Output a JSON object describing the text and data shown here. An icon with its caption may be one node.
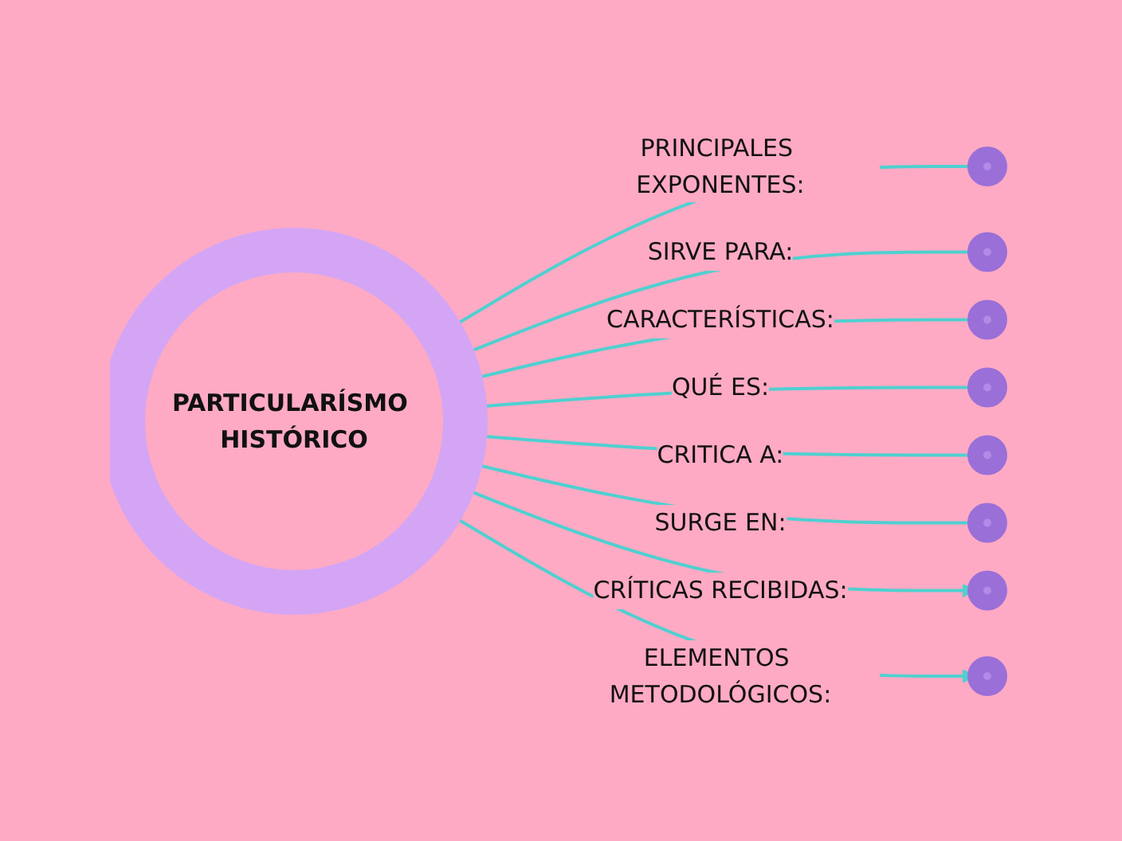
{
  "diagram": {
    "nodes": [
      {
        "text": [
          "PARTICULARÍSMO HISTÓRICO"
        ]
      },
      {
        "text": [],
        "shape": "circle"
      },
      {
        "text": [],
        "shape": "circle"
      },
      {
        "text": [],
        "shape": "circle"
      },
      {
        "text": [],
        "shape": "circle"
      },
      {
        "text": [],
        "shape": "circle"
      },
      {
        "text": [],
        "shape": "circle"
      },
      {
        "text": [],
        "shape": "circle"
      },
      {
        "text": [],
        "shape": "circle"
      }
    ],
    "edges": [
      {
        "from": 0,
        "to": 1,
        "arrow": "none",
        "label": "PRINCIPALES EXPONENTES:"
      },
      {
        "from": 0,
        "to": 2,
        "arrow": "none",
        "label": "SIRVE PARA:"
      },
      {
        "from": 0,
        "to": 3,
        "arrow": "none",
        "label": "CARACTERÍSTICAS:"
      },
      {
        "from": 0,
        "to": 4,
        "arrow": "none",
        "label": "QUÉ ES:"
      },
      {
        "from": 0,
        "to": 5,
        "arrow": "none",
        "label": "CRITICA A:"
      },
      {
        "from": 0,
        "to": 6,
        "arrow": "none",
        "label": "SURGE EN:"
      },
      {
        "from": 0,
        "to": 7,
        "arrow": "to",
        "label": "CRÍTICAS RECIBIDAS:"
      },
      {
        "from": 0,
        "to": 8,
        "arrow": "to",
        "label": "ELEMENTOS METODOLÓGICOS:"
      }
    ]
  }
}
